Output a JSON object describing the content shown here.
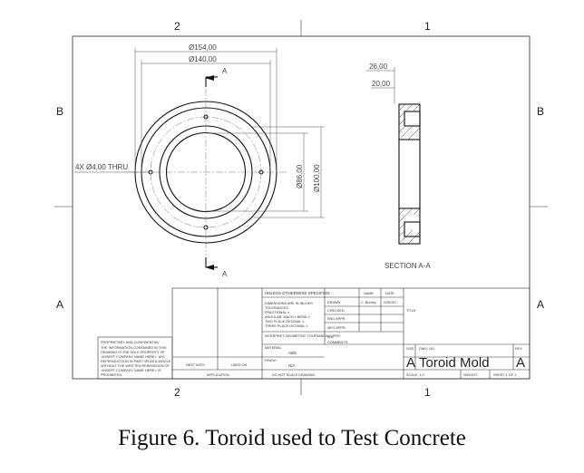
{
  "zones": {
    "top": [
      "2",
      "1"
    ],
    "bottom": [
      "2",
      "1"
    ],
    "left": [
      "B",
      "A"
    ],
    "right": [
      "B",
      "A"
    ]
  },
  "dimensions": {
    "outer_dia": "Ø154,00",
    "inner_dia": "Ø140,00",
    "bore_dia": "Ø86,00",
    "ring_dia": "Ø100,00",
    "holes": "4X Ø4,00 THRU",
    "width_total": "26,00",
    "width_inner": "20,00"
  },
  "section": {
    "marker": "A",
    "label": "SECTION A-A"
  },
  "title_block": {
    "unless": "UNLESS OTHERWISE SPECIFIED:",
    "notes": [
      "DIMENSIONS ARE IN INCHES",
      "TOLERANCES:",
      "FRACTIONAL ±",
      "ANGULAR: MACH ± BEND ±",
      "TWO PLACE DECIMAL ±",
      "THREE PLACE DECIMAL ±"
    ],
    "interpret": "INTERPRET GEOMETRIC TOLERANCING PER:",
    "material_label": "MATERIAL",
    "material_value": "ABS",
    "finish_label": "FINISH",
    "finish_value": "N/A",
    "next_assy": "NEXT ASSY",
    "used_on": "USED ON",
    "application": "APPLICATION",
    "do_not_scale": "DO NOT SCALE DRAWING",
    "name_header": "NAME",
    "date_header": "DATE",
    "drawn": "DRAWN",
    "drawn_name": "C. Burney",
    "drawn_date": "2/25/20",
    "checked": "CHECKED",
    "eng_appr": "ENG APPR.",
    "mfg_appr": "MFG APPR.",
    "qa": "Q.A.",
    "comments": "COMMENTS:",
    "title_label": "TITLE:",
    "proprietary_title": "PROPRIETARY AND CONFIDENTIAL",
    "proprietary_text": [
      "THE INFORMATION CONTAINED IN THIS",
      "DRAWING IS THE SOLE PROPERTY OF",
      "<INSERT COMPANY NAME HERE>. ANY",
      "REPRODUCTION IN PART OR AS A WHOLE",
      "WITHOUT THE WRITTEN PERMISSION OF",
      "<INSERT COMPANY NAME HERE> IS",
      "PROHIBITED."
    ],
    "size_label": "SIZE",
    "dwg_label": "DWG. NO.",
    "rev_label": "REV",
    "size": "A",
    "dwg_no": "Toroid Mold",
    "rev": "A",
    "scale": "SCALE: 1:2",
    "weight": "WEIGHT:",
    "sheet": "SHEET 1 OF 1"
  },
  "caption": "Figure 6. Toroid used to Test Concrete"
}
